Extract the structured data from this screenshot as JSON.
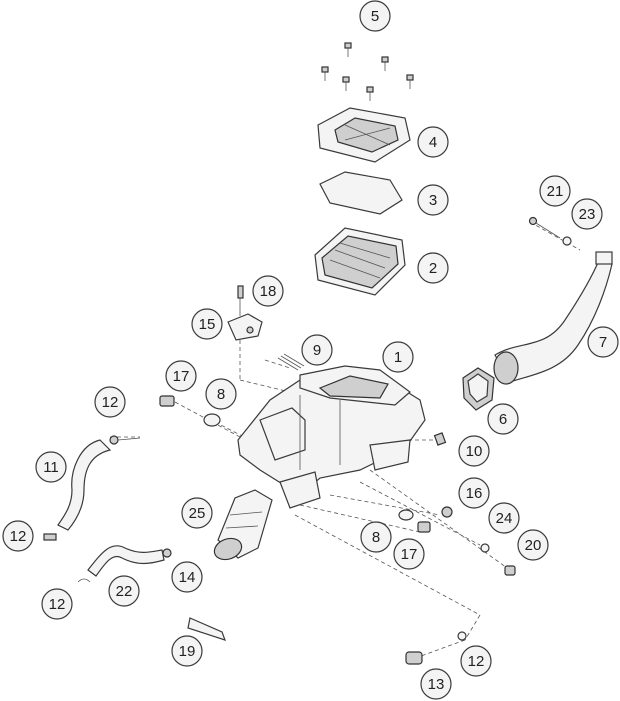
{
  "diagram": {
    "callouts": [
      "5",
      "4",
      "3",
      "2",
      "21",
      "23",
      "7",
      "18",
      "15",
      "9",
      "1",
      "6",
      "17",
      "8",
      "12",
      "10",
      "11",
      "16",
      "24",
      "25",
      "12",
      "8",
      "17",
      "20",
      "14",
      "22",
      "12",
      "19",
      "12",
      "13"
    ]
  }
}
